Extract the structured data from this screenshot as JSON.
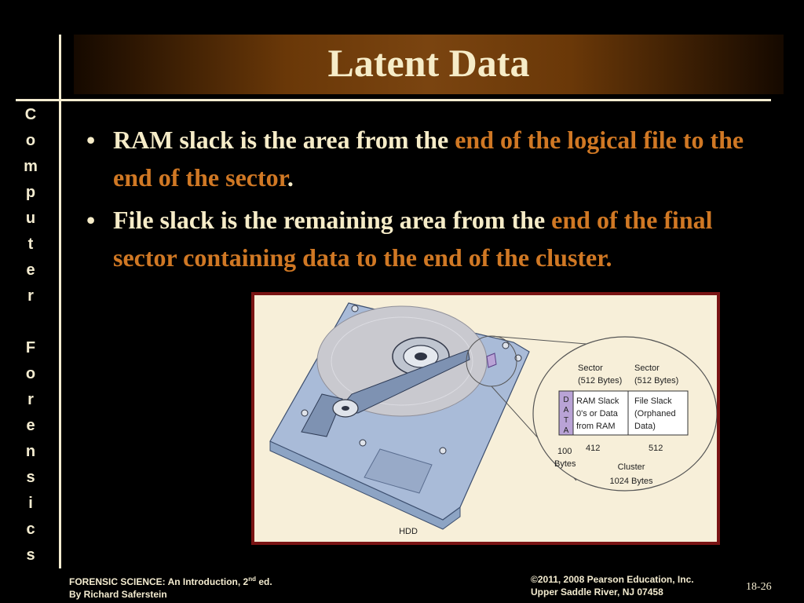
{
  "title": "Latent Data",
  "side_text": [
    "C",
    "o",
    "m",
    "p",
    "u",
    "t",
    "e",
    "r",
    "",
    "F",
    "o",
    "r",
    "e",
    "n",
    "s",
    "i",
    "c",
    "s"
  ],
  "bullets": [
    {
      "plain": "RAM slack is the area from the ",
      "highlight": "end of the logical file to the end of the sector",
      "tail": "."
    },
    {
      "plain": "File slack is the remaining area from the ",
      "highlight": "end of the final sector containing data to the end of the cluster.",
      "tail": ""
    }
  ],
  "figure": {
    "sector1_label": "Sector",
    "sector1_size": "(512 Bytes)",
    "sector2_label": "Sector",
    "sector2_size": "(512 Bytes)",
    "data_letters": [
      "D",
      "A",
      "T",
      "A"
    ],
    "ram_slack": [
      "RAM Slack",
      "0's or Data",
      "from RAM"
    ],
    "file_slack": [
      "File Slack",
      "(Orphaned",
      "Data)"
    ],
    "bytes_100": [
      "100",
      "Bytes"
    ],
    "num_412": "412",
    "num_512": "512",
    "cluster": [
      "Cluster",
      "1024 Bytes"
    ],
    "caption": "HDD"
  },
  "footer": {
    "book_title_before_sup": "FORENSIC SCIENCE: An Introduction, 2",
    "book_title_sup": "nd",
    "book_title_after_sup": " ed.",
    "author": "By Richard Saferstein",
    "copyright": "©2011, 2008 Pearson Education, Inc.",
    "publisher_city": "Upper Saddle River, NJ 07458",
    "page_number": "18-26"
  },
  "colors": {
    "background": "#000000",
    "text": "#f6ecc8",
    "highlight": "#d07824",
    "title_band": "#7a4410",
    "figure_border": "#7a1414",
    "figure_background": "#f7efd9",
    "data_box": "#b9a3d6"
  }
}
